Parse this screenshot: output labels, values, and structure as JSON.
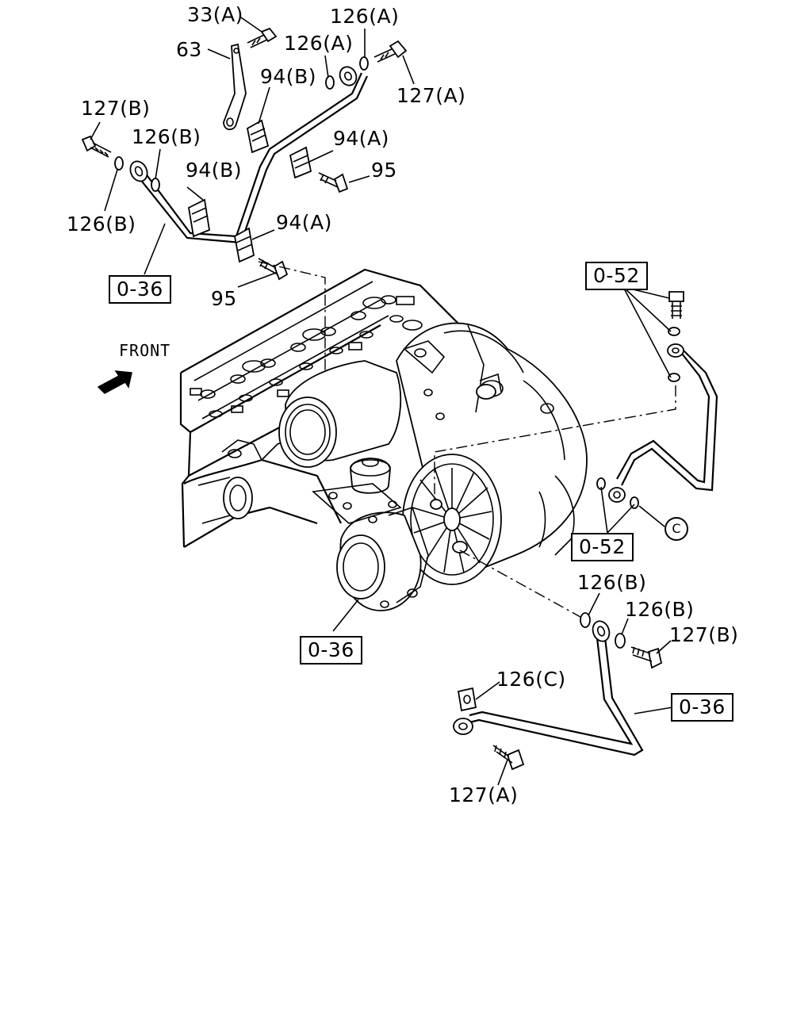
{
  "front_label": "FRONT",
  "circle_ref": "C",
  "labels": [
    {
      "id": "lbl-33a",
      "text": "33(A)"
    },
    {
      "id": "lbl-126a-top",
      "text": "126(A)"
    },
    {
      "id": "lbl-63",
      "text": "63"
    },
    {
      "id": "lbl-126a-mid",
      "text": "126(A)"
    },
    {
      "id": "lbl-94b-top",
      "text": "94(B)"
    },
    {
      "id": "lbl-127a-top",
      "text": "127(A)"
    },
    {
      "id": "lbl-127b-top",
      "text": "127(B)"
    },
    {
      "id": "lbl-126b-top",
      "text": "126(B)"
    },
    {
      "id": "lbl-94a-top",
      "text": "94(A)"
    },
    {
      "id": "lbl-94b-mid",
      "text": "94(B)"
    },
    {
      "id": "lbl-95-top",
      "text": "95"
    },
    {
      "id": "lbl-126b-left",
      "text": "126(B)"
    },
    {
      "id": "lbl-94a-mid",
      "text": "94(A)"
    },
    {
      "id": "lbl-95-mid",
      "text": "95"
    },
    {
      "id": "lbl-126b-br1",
      "text": "126(B)"
    },
    {
      "id": "lbl-126b-br2",
      "text": "126(B)"
    },
    {
      "id": "lbl-127b-br",
      "text": "127(B)"
    },
    {
      "id": "lbl-126c",
      "text": "126(C)"
    },
    {
      "id": "lbl-127a-bot",
      "text": "127(A)"
    }
  ],
  "ref_boxes": [
    {
      "id": "ref-036-topleft",
      "text": "0-36"
    },
    {
      "id": "ref-052-top",
      "text": "0-52"
    },
    {
      "id": "ref-052-mid",
      "text": "0-52"
    },
    {
      "id": "ref-036-center",
      "text": "0-36"
    },
    {
      "id": "ref-036-right",
      "text": "0-36"
    }
  ]
}
